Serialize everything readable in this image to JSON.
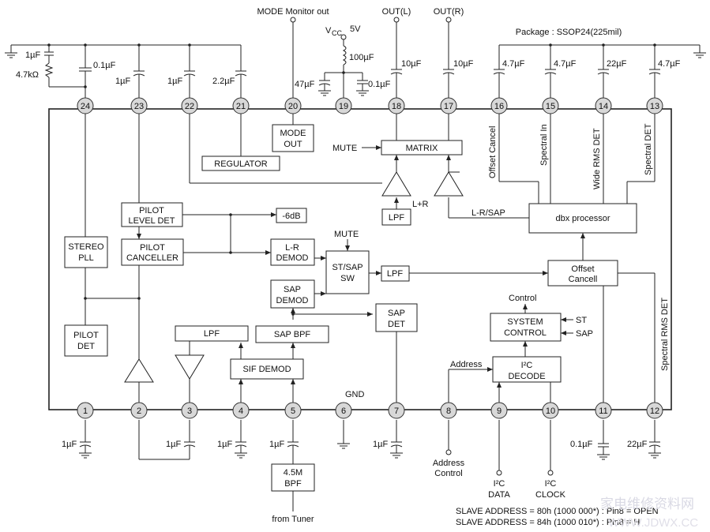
{
  "package": "Package : SSOP24(225mil)",
  "slave_address": [
    "SLAVE ADDRESS = 80h (1000 000*) : Pin8 = OPEN",
    "SLAVE ADDRESS = 84h (1000 010*) : Pin8 = H"
  ],
  "pins": {
    "1": "1",
    "2": "2",
    "3": "3",
    "4": "4",
    "5": "5",
    "6": "6",
    "7": "7",
    "8": "8",
    "9": "9",
    "10": "10",
    "11": "11",
    "12": "12",
    "13": "13",
    "14": "14",
    "15": "15",
    "16": "16",
    "17": "17",
    "18": "18",
    "19": "19",
    "20": "20",
    "21": "21",
    "22": "22",
    "23": "23",
    "24": "24"
  },
  "blocks": {
    "mode_out": [
      "MODE",
      "OUT"
    ],
    "regulator": "REGULATOR",
    "matrix": "MATRIX",
    "lpf_top": "LPF",
    "pilot_level_det": [
      "PILOT",
      "LEVEL DET"
    ],
    "neg6db": "-6dB",
    "stereo_pll": [
      "STEREO",
      "PLL"
    ],
    "pilot_canceller": [
      "PILOT",
      "CANCELLER"
    ],
    "lr_demod": [
      "L-R",
      "DEMOD"
    ],
    "st_sap_sw": [
      "ST/SAP",
      "SW"
    ],
    "lpf_mid": "LPF",
    "sap_demod": [
      "SAP",
      "DEMOD"
    ],
    "sap_det": [
      "SAP",
      "DET"
    ],
    "pilot_det": [
      "PILOT",
      "DET"
    ],
    "lpf_low": "LPF",
    "sap_bpf": "SAP BPF",
    "sif_demod": "SIF DEMOD",
    "dbx_processor": "dbx processor",
    "offset_cancel_block": [
      "Offset",
      "Cancell"
    ],
    "system_control": [
      "SYSTEM",
      "CONTROL"
    ],
    "i2c_decode": [
      "I²C",
      "DECODE"
    ],
    "bpf_45m": [
      "4.5M",
      "BPF"
    ]
  },
  "labels": {
    "mode_monitor": "MODE Monitor out",
    "out_l": "OUT(L)",
    "out_r": "OUT(R)",
    "vcc": "V",
    "vcc_sub": "CC",
    "vcc_val": "5V",
    "mute_matrix": "MUTE",
    "mute_sw": "MUTE",
    "l_plus_r": "L+R",
    "l_minus_r_sap": "L-R/SAP",
    "offset_cancel_pin": "Offset Cancel",
    "spectral_in": "Spectral In",
    "wide_rms_det": "Wide RMS DET",
    "spectral_det": "Spectral DET",
    "spectral_rms_det": "Spectral RMS DET",
    "control": "Control",
    "st": "ST",
    "sap": "SAP",
    "address": "Address",
    "address_control": [
      "Address",
      "Control"
    ],
    "i2c_data": [
      "I²C",
      "DATA"
    ],
    "i2c_clock": [
      "I²C",
      "CLOCK"
    ],
    "gnd": "GND",
    "from_tuner": "from Tuner",
    "watermark": "家电维修资料网",
    "watermark_url": "WWW.JDWX.CC"
  },
  "components": {
    "c24a": "1µF",
    "r24": "4.7kΩ",
    "c24b": "0.1µF",
    "c23": "1µF",
    "c22": "1µF",
    "c21": "2.2µF",
    "l19": "100µF",
    "c19a": "47µF",
    "c19b": "0.1µF",
    "c18": "10µF",
    "c17": "10µF",
    "c16": "4.7µF",
    "c15": "4.7µF",
    "c14": "22µF",
    "c13": "4.7µF",
    "c1": "1µF",
    "c3": "1µF",
    "c4": "1µF",
    "c5": "1µF",
    "c7": "1µF",
    "c11": "0.1µF",
    "c12": "22µF"
  }
}
